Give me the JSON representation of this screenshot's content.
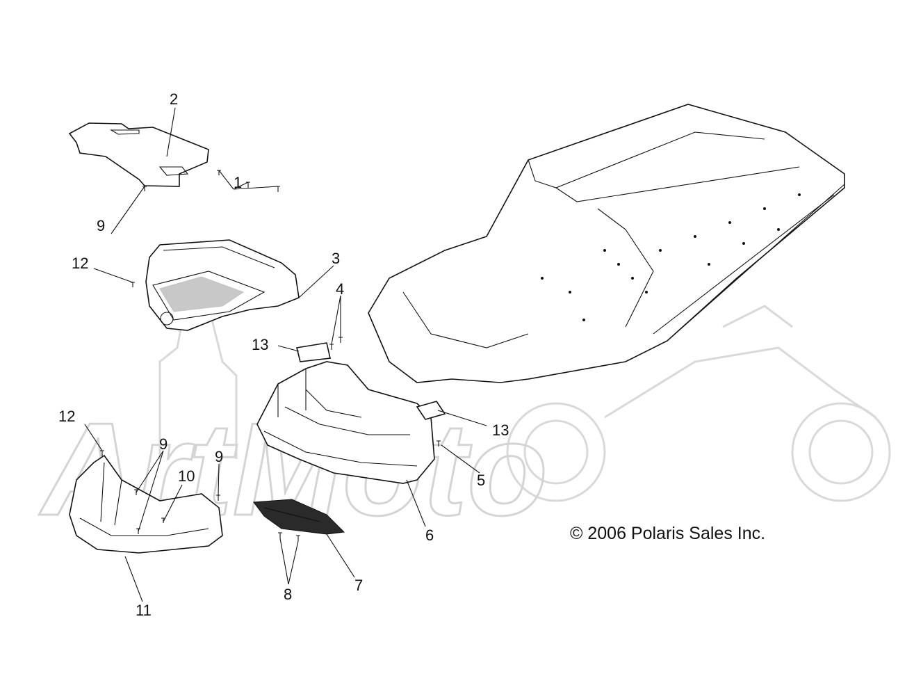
{
  "copyright": "© 2006 Polaris Sales Inc.",
  "watermark": "ArtMoto",
  "callouts": [
    "1",
    "2",
    "3",
    "4",
    "5",
    "6",
    "7",
    "8",
    "9",
    "9",
    "9",
    "10",
    "11",
    "12",
    "12",
    "13",
    "13"
  ]
}
